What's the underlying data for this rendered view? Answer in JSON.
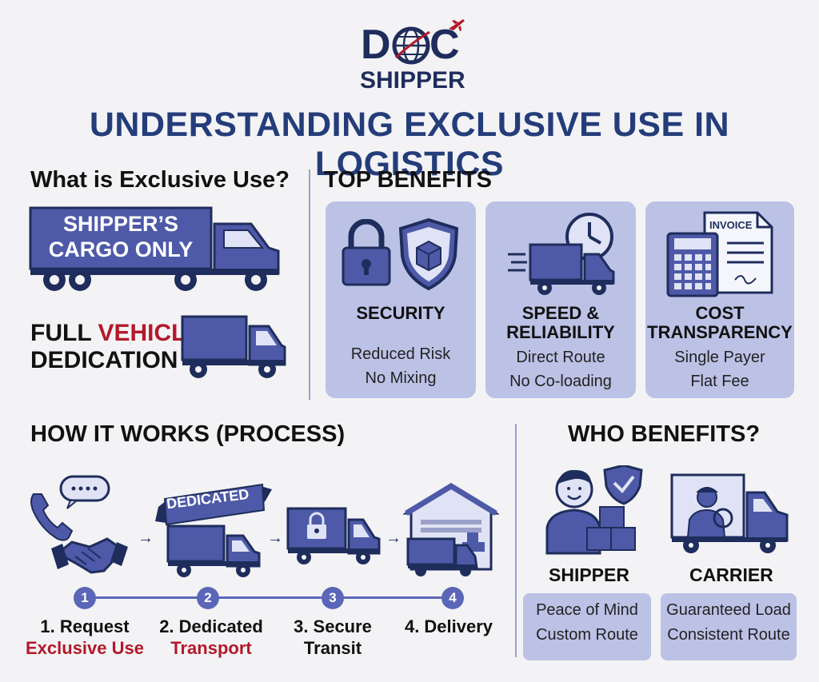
{
  "logo": {
    "top": "D",
    "middle": "C",
    "bottom": "SHIPPER"
  },
  "title": "UNDERSTANDING EXCLUSIVE USE IN LOGISTICS",
  "what_is": {
    "heading": "What is Exclusive Use?",
    "truck_banner_1": "SHIPPER’S",
    "truck_banner_2": "CARGO ONLY",
    "dedication_a": "FULL ",
    "dedication_b": "VEHICLE",
    "dedication_c": "DEDICATION"
  },
  "benefits": {
    "heading": "TOP BENEFITS",
    "cards": [
      {
        "title1": "SECURITY",
        "title2": "",
        "line1": "Reduced Risk",
        "line2": "No Mixing"
      },
      {
        "title1": "SPEED &",
        "title2": "RELIABILITY",
        "line1": "Direct Route",
        "line2": "No Co-loading"
      },
      {
        "title1": "COST",
        "title2": "TRANSPARENCY",
        "line1": "Single Payer",
        "line2": "Flat Fee"
      }
    ],
    "invoice_label": "INVOICE"
  },
  "process": {
    "heading": "HOW IT WORKS (PROCESS)",
    "ribbon": "DEDICATED",
    "steps": [
      {
        "num": "1",
        "line1": "1. Request",
        "line2": "Exclusive Use"
      },
      {
        "num": "2",
        "line1": "2. Dedicated",
        "line2": "Transport"
      },
      {
        "num": "3",
        "line1": "3. Secure",
        "line2": "Transit"
      },
      {
        "num": "4",
        "line1": "4. Delivery",
        "line2": ""
      }
    ]
  },
  "who": {
    "heading": "WHO BENEFITS?",
    "shipper": {
      "label": "SHIPPER",
      "line1": "Peace of Mind",
      "line2": "Custom Route"
    },
    "carrier": {
      "label": "CARRIER",
      "line1": "Guaranteed Load",
      "line2": "Consistent Route"
    }
  },
  "colors": {
    "navy": "#1f2d5c",
    "accent_red": "#b3192b",
    "card_bg": "#bcc2e6",
    "icon_blue": "#4e5aa8"
  }
}
